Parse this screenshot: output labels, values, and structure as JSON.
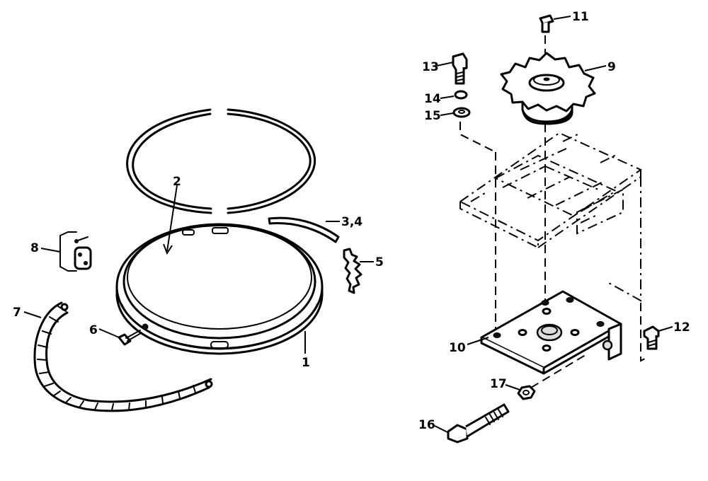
{
  "callouts": {
    "c1": "1",
    "c2": "2",
    "c3_4": "3,4",
    "c5": "5",
    "c6": "6",
    "c7": "7",
    "c8": "8",
    "c9": "9",
    "c10": "10",
    "c11": "11",
    "c12": "12",
    "c13": "13",
    "c14": "14",
    "c15": "15",
    "c16": "16",
    "c17": "17"
  }
}
